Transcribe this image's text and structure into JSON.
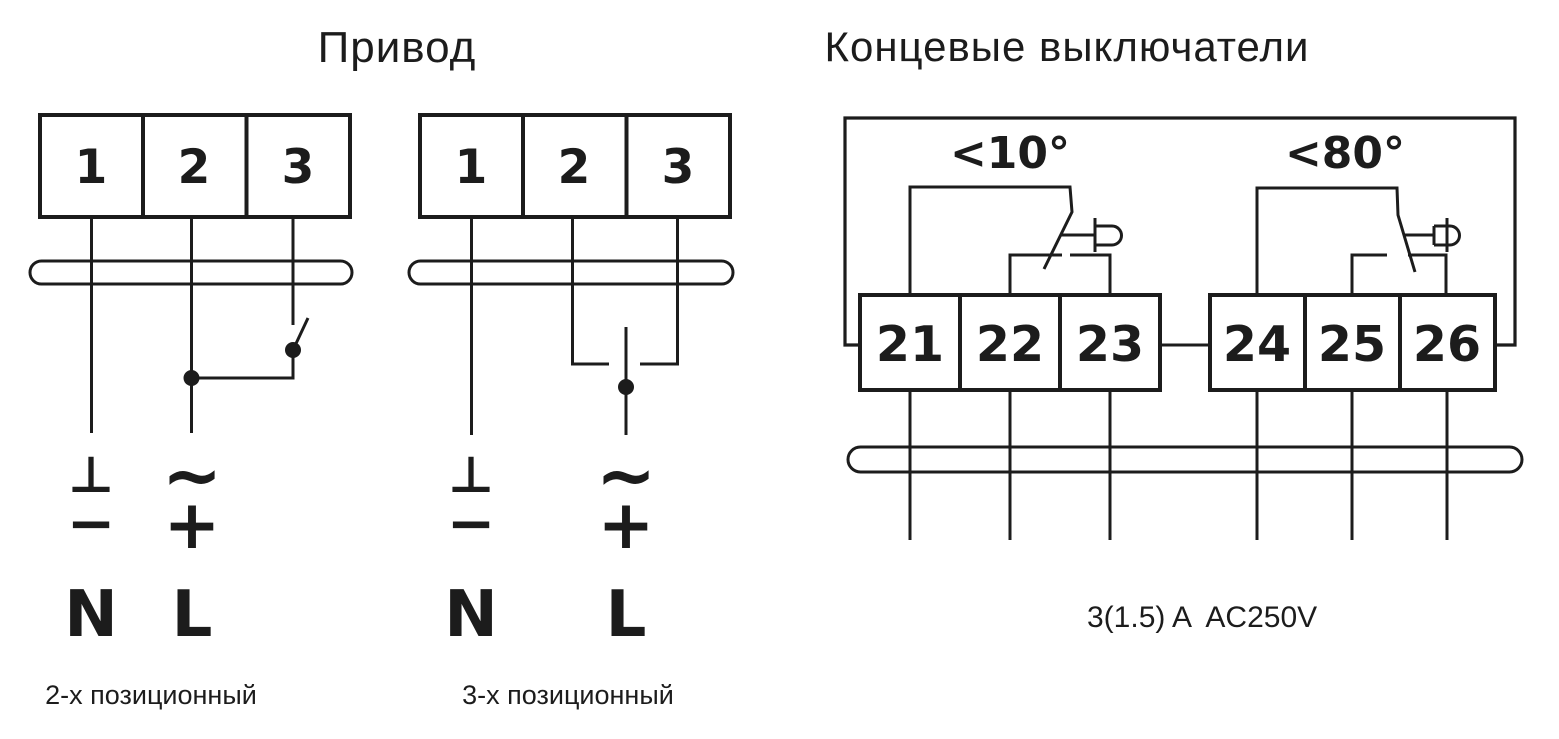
{
  "colors": {
    "line": "#1c1c1c",
    "background": "#ffffff"
  },
  "actuator_section": {
    "title": "Привод",
    "two_position": {
      "caption": "2-х позиционный",
      "terminals": [
        "1",
        "2",
        "3"
      ],
      "symbols": {
        "ground": "⊥",
        "dc_minus": "−",
        "ac": "~",
        "dc_plus": "+"
      },
      "labels": {
        "neutral": "N",
        "line": "L"
      }
    },
    "three_position": {
      "caption": "3-х позиционный",
      "terminals": [
        "1",
        "2",
        "3"
      ],
      "symbols": {
        "ground": "⊥",
        "dc_minus": "−",
        "ac": "~",
        "dc_plus": "+"
      },
      "labels": {
        "neutral": "N",
        "line": "L"
      }
    }
  },
  "limit_switch_section": {
    "title": "Концевые выключатели",
    "switch_a": {
      "angle": "<10°",
      "terminals": [
        "21",
        "22",
        "23"
      ]
    },
    "switch_b": {
      "angle": "<80°",
      "terminals": [
        "24",
        "25",
        "26"
      ]
    },
    "rating": "3(1.5) A  AC250V"
  }
}
